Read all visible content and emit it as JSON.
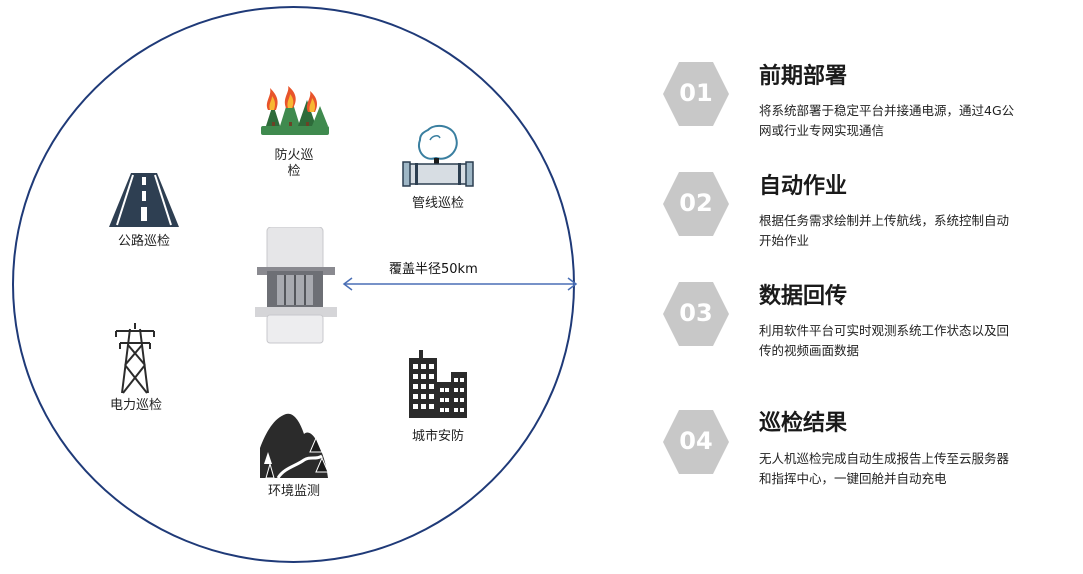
{
  "scene": {
    "coverage_label": "覆盖半径50km",
    "items": [
      {
        "key": "fire",
        "label_line1": "防火巡",
        "label_line2": "检"
      },
      {
        "key": "pipeline",
        "label": "管线巡检"
      },
      {
        "key": "road",
        "label": "公路巡检"
      },
      {
        "key": "power",
        "label": "电力巡检"
      },
      {
        "key": "city",
        "label": "城市安防"
      },
      {
        "key": "env",
        "label": "环境监测"
      }
    ]
  },
  "steps": [
    {
      "num": "01",
      "title": "前期部署",
      "desc": "将系统部署于稳定平台并接通电源，通过4G公网或行业专网实现通信"
    },
    {
      "num": "02",
      "title": "自动作业",
      "desc": "根据任务需求绘制并上传航线，系统控制自动开始作业"
    },
    {
      "num": "03",
      "title": "数据回传",
      "desc": "利用软件平台可实时观测系统工作状态以及回传的视频画面数据"
    },
    {
      "num": "04",
      "title": "巡检结果",
      "desc": "无人机巡检完成自动生成报告上传至云服务器和指挥中心，一键回舱并自动充电"
    }
  ],
  "colors": {
    "circle": "#1f3a78",
    "arrow": "#4a6fb5",
    "hex": "#c8c8c8"
  }
}
